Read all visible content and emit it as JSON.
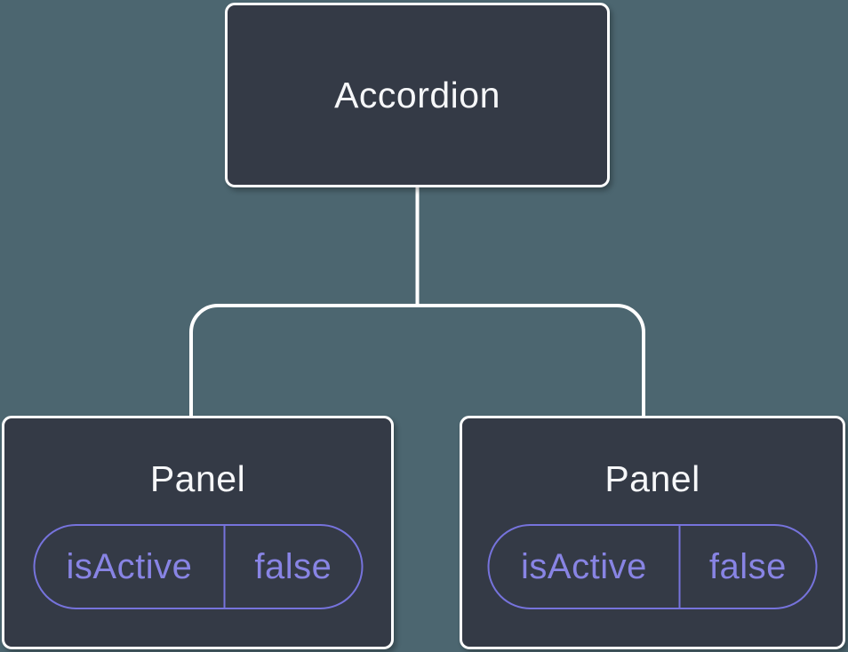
{
  "diagram": {
    "type": "component-tree",
    "colors": {
      "background": "#4C6670",
      "node_fill": "#343A46",
      "node_border": "#FFFFFF",
      "connector": "#FFFFFF",
      "state_accent": "#7673DC",
      "state_text": "#8884E4",
      "title_text": "#F6F7F9"
    },
    "root": {
      "label": "Accordion"
    },
    "children": [
      {
        "label": "Panel",
        "state": {
          "name": "isActive",
          "value": "false"
        }
      },
      {
        "label": "Panel",
        "state": {
          "name": "isActive",
          "value": "false"
        }
      }
    ]
  }
}
